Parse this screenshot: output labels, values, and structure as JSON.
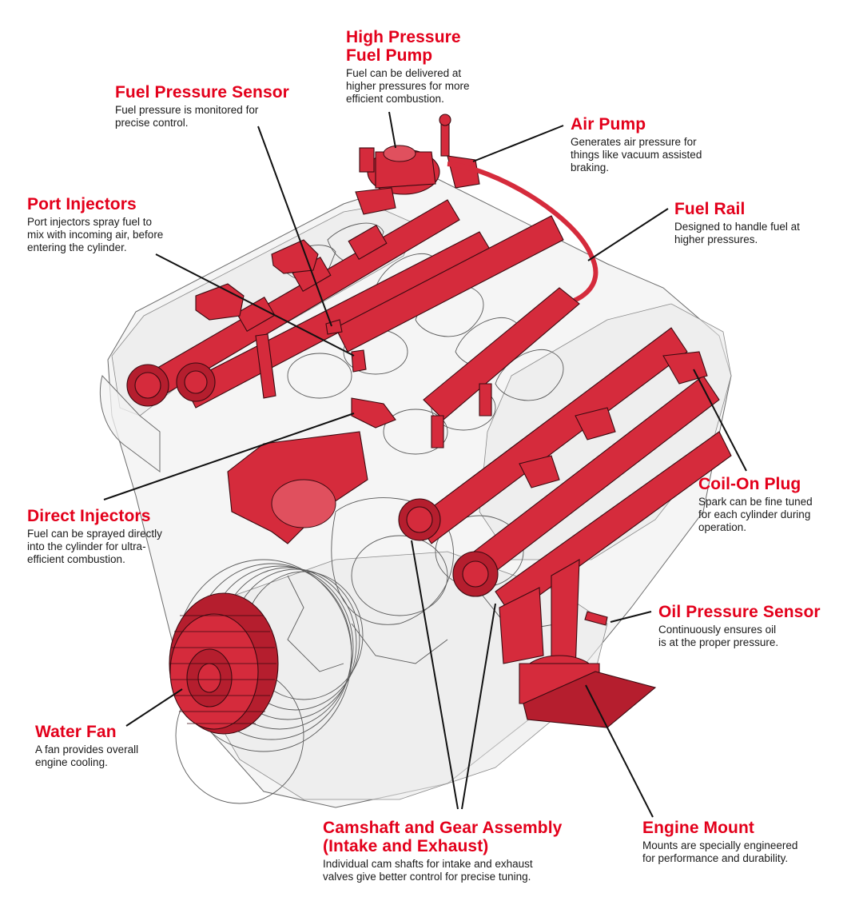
{
  "diagram": {
    "subject": "engine-cutaway",
    "accent_color": "#e3001b",
    "part_color": "#d52b3c"
  },
  "labels": {
    "high_pressure_fuel_pump": {
      "title_line1": "High Pressure",
      "title_line2": "Fuel Pump",
      "desc_line1": "Fuel can be delivered at",
      "desc_line2": "higher pressures for more",
      "desc_line3": "efficient combustion."
    },
    "fuel_pressure_sensor": {
      "title": "Fuel Pressure Sensor",
      "desc_line1": "Fuel pressure is monitored for",
      "desc_line2": "precise control."
    },
    "air_pump": {
      "title": "Air Pump",
      "desc_line1": "Generates air pressure for",
      "desc_line2": "things like vacuum assisted",
      "desc_line3": "braking."
    },
    "port_injectors": {
      "title": "Port Injectors",
      "desc_line1": "Port injectors spray fuel to",
      "desc_line2": "mix with incoming air, before",
      "desc_line3": "entering the cylinder."
    },
    "fuel_rail": {
      "title": "Fuel Rail",
      "desc_line1": "Designed to handle fuel at",
      "desc_line2": "higher pressures."
    },
    "coil_on_plug": {
      "title": "Coil-On Plug",
      "desc_line1": "Spark can be fine tuned",
      "desc_line2": "for each cylinder during",
      "desc_line3": "operation."
    },
    "direct_injectors": {
      "title": "Direct Injectors",
      "desc_line1": "Fuel can be sprayed directly",
      "desc_line2": "into the cylinder for ultra-",
      "desc_line3": "efficient combustion."
    },
    "oil_pressure_sensor": {
      "title": "Oil Pressure Sensor",
      "desc_line1": "Continuously ensures oil",
      "desc_line2": "is at the proper pressure."
    },
    "water_fan": {
      "title": "Water Fan",
      "desc_line1": "A fan provides overall",
      "desc_line2": "engine cooling."
    },
    "camshaft_gear_assembly": {
      "title_line1": "Camshaft and Gear Assembly",
      "title_line2": "(Intake and Exhaust)",
      "desc_line1": "Individual cam shafts for intake and exhaust",
      "desc_line2": "valves give better control for precise tuning."
    },
    "engine_mount": {
      "title": "Engine Mount",
      "desc_line1": "Mounts are specially engineered",
      "desc_line2": "for performance and durability."
    }
  }
}
